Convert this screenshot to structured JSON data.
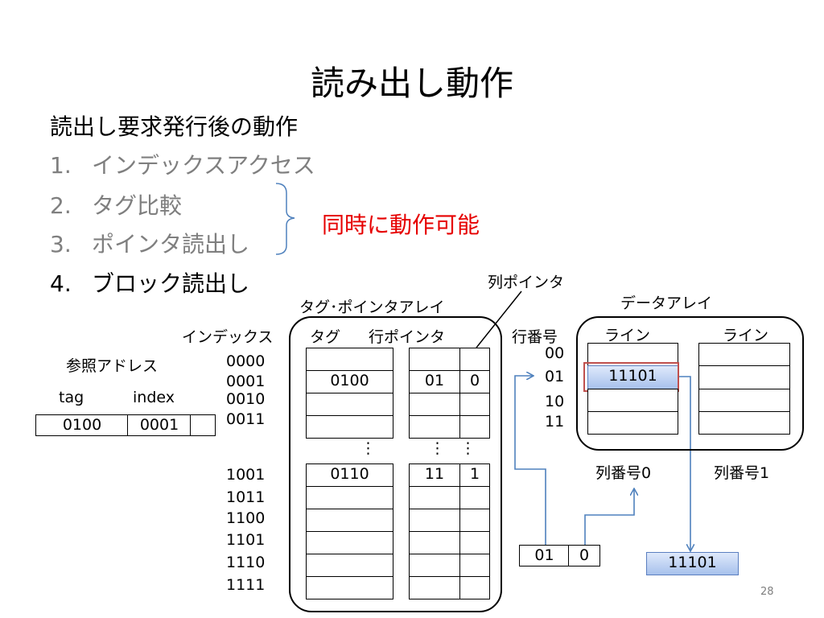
{
  "slide": {
    "title": "読み出し動作",
    "lead": "読出し要求発行後の動作",
    "steps": [
      {
        "num": "1.",
        "text": "インデックスアクセス"
      },
      {
        "num": "2.",
        "text": "タグ比較"
      },
      {
        "num": "3.",
        "text": "ポインタ読出し"
      },
      {
        "num": "4.",
        "text": "ブロック読出し"
      }
    ],
    "note": "同時に動作可能",
    "page": "28"
  },
  "address": {
    "label": "参照アドレス",
    "tag_label": "tag",
    "index_label": "index",
    "tag": "0100",
    "index": "0001"
  },
  "tag_array": {
    "title": "タグ･ポインタアレイ",
    "index_header": "インデックス",
    "tag_header": "タグ",
    "pointer_header": "行ポインタ",
    "column_pointer_label": "列ポインタ",
    "indices": [
      "0000",
      "0001",
      "0010",
      "0011",
      "1001",
      "1011",
      "1100",
      "1101",
      "1110",
      "1111"
    ],
    "row_0001": {
      "tag": "0100",
      "row": "01",
      "col": "0"
    },
    "row_1001": {
      "tag": "0110",
      "row": "11",
      "col": "1"
    },
    "ellipsis": "⋮"
  },
  "data_array": {
    "title": "データアレイ",
    "row_header": "行番号",
    "line_label_0": "ライン",
    "line_label_1": "ライン",
    "row_numbers": [
      "00",
      "01",
      "10",
      "11"
    ],
    "selected_value": "11101",
    "col_label_0": "列番号0",
    "col_label_1": "列番号1"
  },
  "pointer_out": {
    "row": "01",
    "col": "0"
  },
  "output": {
    "value": "11101"
  },
  "colors": {
    "accent_red": "#e60000",
    "arrow": "#4f81bd",
    "highlight_border": "#c0504d"
  }
}
